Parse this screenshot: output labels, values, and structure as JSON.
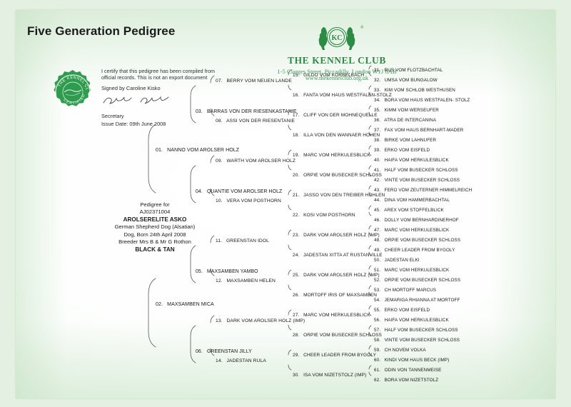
{
  "page_title": "Five Generation Pedigree",
  "kennel_club": {
    "name": "THE KENNEL CLUB",
    "address": "1-5 Clarges Street, Piccadilly, London W1J 8AB",
    "website": "www.thekennelclub.org.uk",
    "seal_text_top": "THE KENNEL CLUB",
    "seal_text_bottom": "CERTIFIED",
    "brand_color": "#2e8b45"
  },
  "certification": {
    "line1": "I certify that this pedigree has been compiled from",
    "line2": "official records. This is not an export document",
    "signed_by": "Signed by Caroline Kisko",
    "role": "Secretary",
    "issue_date": "Issue Date: 09th June 2008"
  },
  "subject": {
    "pedigree_for": "Pedigree for",
    "reg_number": "AJ02371004",
    "name": "AROLSERELITE ASKO",
    "breed": "German Shepherd Dog (Alsatian)",
    "sex_born": "Dog, Born 24th April 2008",
    "breeder": "Breeder Mrs B & Mr G Rothon",
    "colour": "BLACK & TAN"
  },
  "pedigree": {
    "generation1": [
      {
        "num": "01.",
        "name": "NANNO VOM AROLSER HOLZ"
      },
      {
        "num": "02.",
        "name": "MAXSAMBEN MICA"
      }
    ],
    "generation2": [
      {
        "num": "03.",
        "name": "BARRAS VON DER RIESENKASTANIE"
      },
      {
        "num": "04.",
        "name": "QUANTIE VOM AROLSER HOLZ"
      },
      {
        "num": "05.",
        "name": "MAXSAMBEN YAMBO"
      },
      {
        "num": "06.",
        "name": "GREENSTAN JILLY"
      }
    ],
    "generation3": [
      {
        "num": "07.",
        "name": "BERRY VOM NEUEN LANDE"
      },
      {
        "num": "08.",
        "name": "ASSI VON DER RIESENTANIE"
      },
      {
        "num": "09.",
        "name": "WARTH VOM AROLSER HOLZ"
      },
      {
        "num": "10.",
        "name": "VERA VOM POSTHORN"
      },
      {
        "num": "11.",
        "name": "GREENSTAN IDOL"
      },
      {
        "num": "12.",
        "name": "MAXSAMBEN HELEN"
      },
      {
        "num": "13.",
        "name": "DARK VOM AROLSER HOLZ (IMP)"
      },
      {
        "num": "14.",
        "name": "JADESTAN RULA"
      }
    ],
    "generation4": [
      {
        "num": "15.",
        "name": "GILDO VOM KORBELBACH"
      },
      {
        "num": "16.",
        "name": "FANTA VOM HAUS WESTFALEN-STOLZ"
      },
      {
        "num": "17.",
        "name": "CLIFF VON DER MOHNEQUELLE"
      },
      {
        "num": "18.",
        "name": "ILLA VON DEN WANNAER HOHEN"
      },
      {
        "num": "19.",
        "name": "MARC VOM HERKULESBLICK"
      },
      {
        "num": "20.",
        "name": "ORPIE VOM BUSECKER SCHLOSS"
      },
      {
        "num": "21.",
        "name": "JASSO VON DEN TREIBER HOHLEN"
      },
      {
        "num": "22.",
        "name": "KOSI VOM POSTHORN"
      },
      {
        "num": "23.",
        "name": "DARK VOM AROLSER HOLZ (IMP)"
      },
      {
        "num": "24.",
        "name": "JADESTAN XITTA AT RUSTANVILLE"
      },
      {
        "num": "25.",
        "name": "DARK VOM AROLSER HOLZ (IMP)"
      },
      {
        "num": "26.",
        "name": "MORTOFF IRIS OF MAXSAMBEN"
      },
      {
        "num": "27.",
        "name": "MARC VOM HERKULESBLICK"
      },
      {
        "num": "28.",
        "name": "ORPIE VOM BUSECKER SCHLOSS"
      },
      {
        "num": "29.",
        "name": "CHEER LEADER FROM BYGOLY"
      },
      {
        "num": "30.",
        "name": "ISA VOM NIZETSTOLZ (IMP)"
      }
    ],
    "generation5": [
      {
        "num": "31.",
        "name": "RUS VOM FLOTZBACHTAL"
      },
      {
        "num": "32.",
        "name": "UMSA VOM BUNGALOW"
      },
      {
        "num": "33.",
        "name": "KIM VOM SCHLOB WESTHUSEN"
      },
      {
        "num": "34.",
        "name": "BORA VOM HAUS WESTFALEN- STOLZ"
      },
      {
        "num": "35.",
        "name": "KIMM VOM WERSEUFER"
      },
      {
        "num": "36.",
        "name": "ATRA DE INTERCANINA"
      },
      {
        "num": "37.",
        "name": "FAX VOM HAUS BERNHART-MADER"
      },
      {
        "num": "38.",
        "name": "BIRKE VOM LAHNUFER"
      },
      {
        "num": "39.",
        "name": "ERKO VOM EISFELD"
      },
      {
        "num": "40.",
        "name": "HAIFA VOM HERKULESBLICK"
      },
      {
        "num": "41.",
        "name": "HALF VOM BUSECKER SCHLOSS"
      },
      {
        "num": "42.",
        "name": "VINTE VOM BUSECKER SCHLOSS"
      },
      {
        "num": "43.",
        "name": "FERO VOM ZEUTERNER HIMMELREICH"
      },
      {
        "num": "44.",
        "name": "DINA VOM HAMMERBACHTAL"
      },
      {
        "num": "45.",
        "name": "AREX VOM STOFFELBLICK"
      },
      {
        "num": "46.",
        "name": "DOLLY VOM BERNHARDINERHOF"
      },
      {
        "num": "47.",
        "name": "MARC VOM HERKULESBLICK"
      },
      {
        "num": "48.",
        "name": "ORPIE VOM BUSECKER SCHLOSS"
      },
      {
        "num": "49.",
        "name": "CHEER LEADER FROM BYGOLY"
      },
      {
        "num": "50.",
        "name": "JADESTAN ELKI"
      },
      {
        "num": "51.",
        "name": "MARC VOM HERKULESBLICK"
      },
      {
        "num": "52.",
        "name": "ORPIE VOM BUSECKER SCHLOSS"
      },
      {
        "num": "53.",
        "name": "CH MORTOFF MARCUS"
      },
      {
        "num": "54.",
        "name": "JEMARIGA RHIANNA AT MORTOFF"
      },
      {
        "num": "55.",
        "name": "ERKO VOM EISFELD"
      },
      {
        "num": "56.",
        "name": "HAIFA VOM HERKULESBLICK"
      },
      {
        "num": "57.",
        "name": "HALF VOM BUSECKER SCHLOSS"
      },
      {
        "num": "58.",
        "name": "VINTE VOM BUSECKER SCHLOSS"
      },
      {
        "num": "59.",
        "name": "CH NOVEM VOLKA"
      },
      {
        "num": "60.",
        "name": "KINDI VOM HAUS BECK (IMP)"
      },
      {
        "num": "61.",
        "name": "ODIN VON TANNENMEISE"
      },
      {
        "num": "62.",
        "name": "BORA VOM NIZETSTOLZ"
      }
    ]
  }
}
